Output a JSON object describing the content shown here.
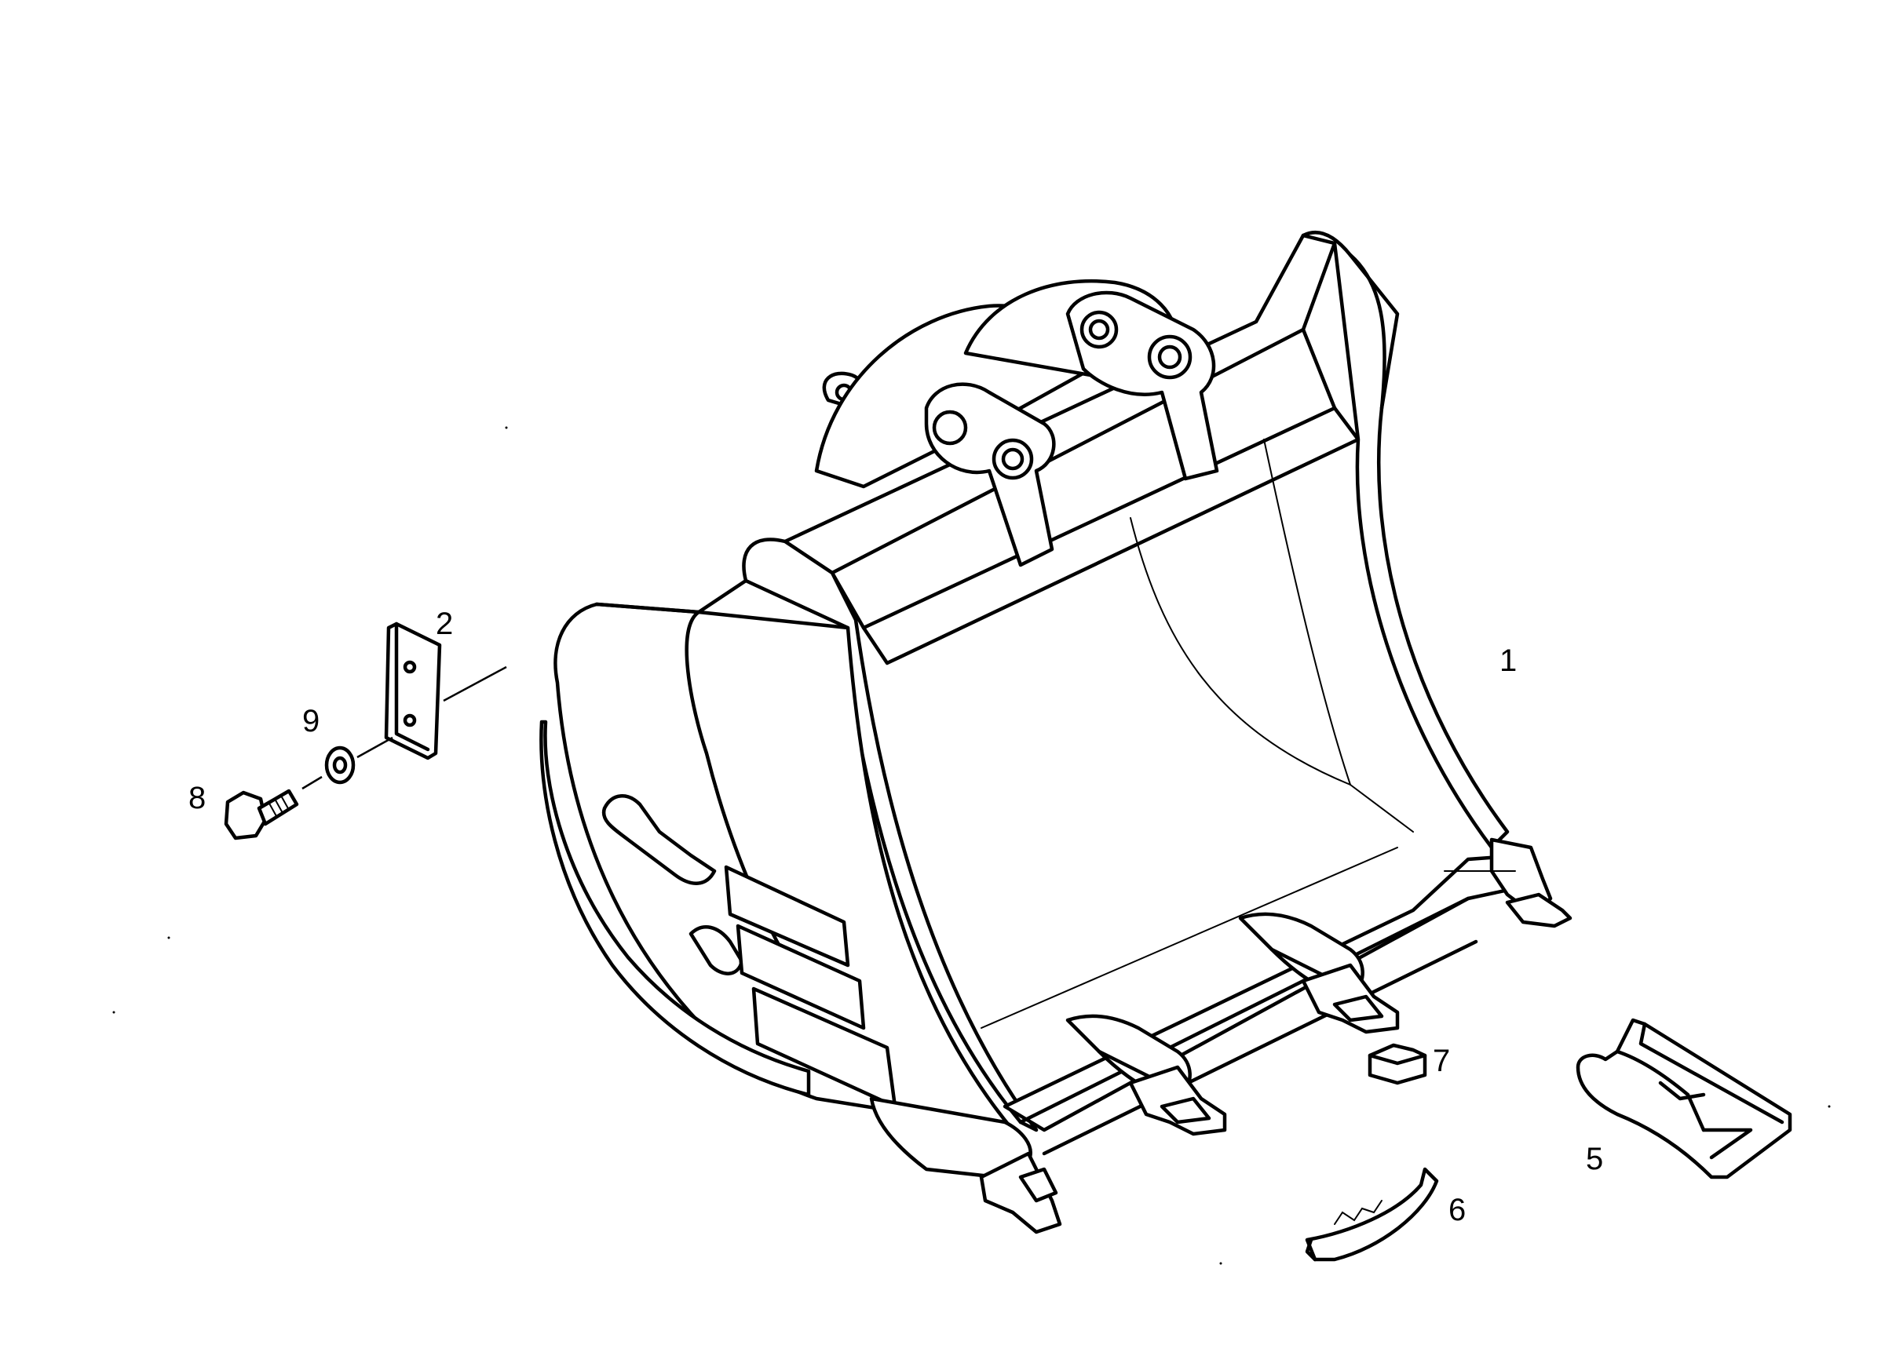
{
  "diagram": {
    "callouts": [
      {
        "id": "1",
        "label": "1"
      },
      {
        "id": "2",
        "label": "2"
      },
      {
        "id": "5",
        "label": "5"
      },
      {
        "id": "6",
        "label": "6"
      },
      {
        "id": "7",
        "label": "7"
      },
      {
        "id": "8",
        "label": "8"
      },
      {
        "id": "9",
        "label": "9"
      }
    ],
    "colors": {
      "ink": "#000000",
      "paper": "#ffffff"
    }
  }
}
